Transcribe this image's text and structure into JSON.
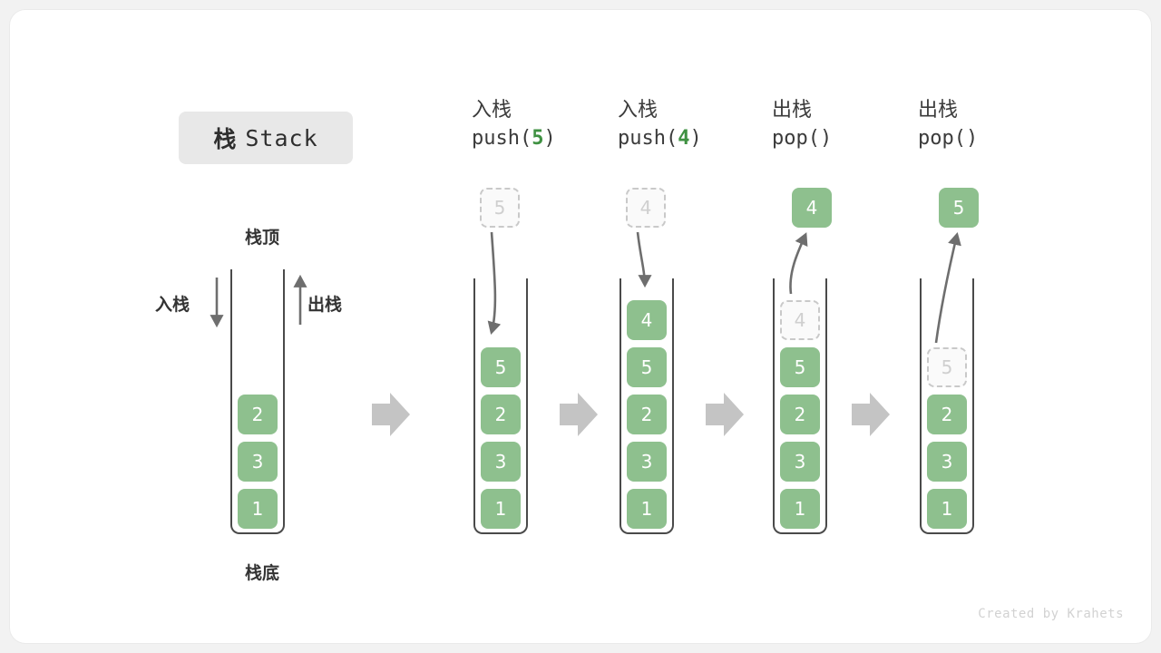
{
  "title": {
    "cjk": "栈",
    "latin": "Stack"
  },
  "legend": {
    "top_label": "栈顶",
    "bottom_label": "栈底",
    "push_label": "入栈",
    "pop_label": "出栈"
  },
  "watermark": "Created by Krahets",
  "colors": {
    "element_green": "#8ec08e",
    "arg_green": "#3f9142",
    "arrow_gray": "#6e6e6e",
    "block_arrow_gray": "#c4c4c4",
    "ghost_border": "#c9c9c9",
    "ghost_text": "#cfcfcf",
    "tube_stroke": "#4a4a4a",
    "chip_bg": "#e8e8e8",
    "page_bg": "#f2f2f2",
    "card_bg": "#ffffff"
  },
  "chart_data": {
    "type": "diagram",
    "title": "栈 Stack",
    "description": "Stack push and pop operation sequence",
    "steps": [
      {
        "id": "initial",
        "op_cjk": "",
        "op_code": "",
        "op_arg": "",
        "stack": [
          "2",
          "3",
          "1"
        ],
        "incoming": null,
        "outgoing": null
      },
      {
        "id": "push5",
        "op_cjk": "入栈",
        "op_code_prefix": "push(",
        "op_arg": "5",
        "op_code_suffix": ")",
        "stack": [
          "5",
          "2",
          "3",
          "1"
        ],
        "incoming": "5",
        "outgoing": null
      },
      {
        "id": "push4",
        "op_cjk": "入栈",
        "op_code_prefix": "push(",
        "op_arg": "4",
        "op_code_suffix": ")",
        "stack": [
          "4",
          "5",
          "2",
          "3",
          "1"
        ],
        "incoming": "4",
        "outgoing": null
      },
      {
        "id": "pop4",
        "op_cjk": "出栈",
        "op_code_prefix": "pop(",
        "op_arg": "",
        "op_code_suffix": ")",
        "stack": [
          "5",
          "2",
          "3",
          "1"
        ],
        "ghost_in_stack": "4",
        "outgoing": "4"
      },
      {
        "id": "pop5",
        "op_cjk": "出栈",
        "op_code_prefix": "pop(",
        "op_arg": "",
        "op_code_suffix": ")",
        "stack": [
          "2",
          "3",
          "1"
        ],
        "ghost_in_stack": "5",
        "outgoing": "5"
      }
    ],
    "labels": {
      "push": "入栈",
      "pop": "出栈",
      "top": "栈顶",
      "bottom": "栈底"
    }
  },
  "columns": {
    "c0": {
      "boxes": [
        "2",
        "3",
        "1"
      ]
    },
    "c1": {
      "op_cjk": "入栈",
      "code_pre": "push(",
      "code_arg": "5",
      "code_post": ")",
      "floating": "5",
      "boxes": [
        "5",
        "2",
        "3",
        "1"
      ]
    },
    "c2": {
      "op_cjk": "入栈",
      "code_pre": "push(",
      "code_arg": "4",
      "code_post": ")",
      "floating": "4",
      "boxes": [
        "4",
        "5",
        "2",
        "3",
        "1"
      ]
    },
    "c3": {
      "op_cjk": "出栈",
      "code_pre": "pop(",
      "code_arg": "",
      "code_post": ")",
      "floating": "4",
      "ghost": "4",
      "boxes": [
        "5",
        "2",
        "3",
        "1"
      ]
    },
    "c4": {
      "op_cjk": "出栈",
      "code_pre": "pop(",
      "code_arg": "",
      "code_post": ")",
      "floating": "5",
      "ghost": "5",
      "boxes": [
        "2",
        "3",
        "1"
      ]
    }
  }
}
